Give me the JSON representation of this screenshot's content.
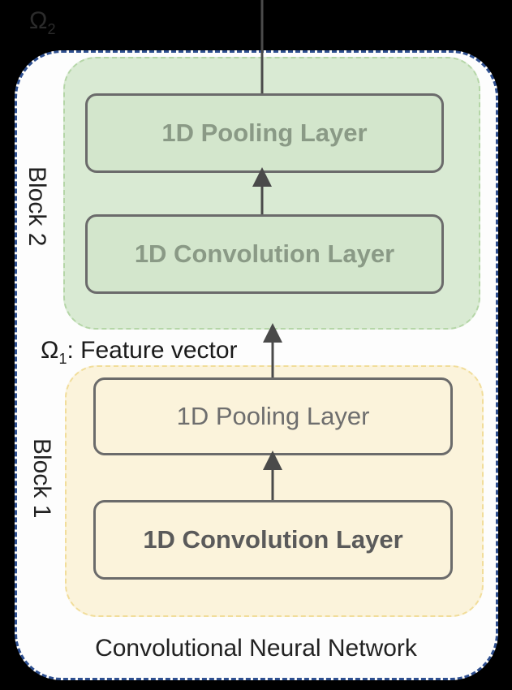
{
  "top_output": {
    "symbol": "Ω",
    "subscript": "2"
  },
  "network_label": "Convolutional Neural Network",
  "block2": {
    "label": "Block 2",
    "pooling": "1D Pooling Layer",
    "convolution": "1D Convolution Layer"
  },
  "feature": {
    "symbol": "Ω",
    "subscript": "1",
    "text": ": Feature vector"
  },
  "block1": {
    "label": "Block 1",
    "pooling": "1D Pooling Layer",
    "convolution": "1D Convolution Layer"
  },
  "colors": {
    "outer_border": "#2e4f8f",
    "block2_fill": "#d9ead3",
    "block1_fill": "#fbf3db",
    "layer_border": "#6b6b6b"
  }
}
